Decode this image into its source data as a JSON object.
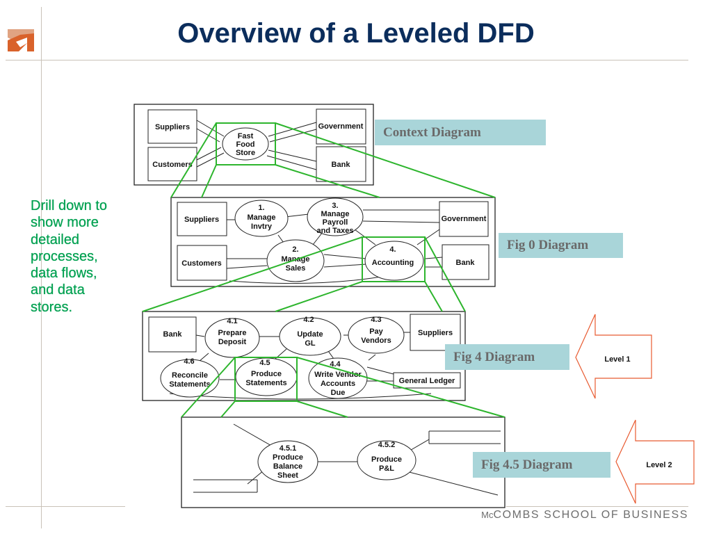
{
  "slide": {
    "title": "Overview of a Leveled DFD",
    "footer_prefix_small": "Mc",
    "footer_rest": "COMBS SCHOOL OF BUSINESS",
    "drill_text": [
      "Drill down to",
      "show more",
      "detailed",
      "processes,",
      "data flows,",
      "and data",
      "stores."
    ]
  },
  "labels": {
    "context": "Context Diagram",
    "fig0": "Fig 0 Diagram",
    "fig4": "Fig 4 Diagram",
    "fig45": "Fig 4.5 Diagram",
    "level1": "Level 1",
    "level2": "Level 2"
  },
  "context_diagram": {
    "entities": [
      "Suppliers",
      "Customers",
      "Government",
      "Bank"
    ],
    "process": [
      "Fast",
      "Food",
      "Store"
    ]
  },
  "fig0_diagram": {
    "entities": [
      "Suppliers",
      "Customers",
      "Government",
      "Bank"
    ],
    "p1": [
      "1.",
      "Manage",
      "Invtry"
    ],
    "p2": [
      "2.",
      "Manage",
      "Sales"
    ],
    "p3": [
      "3.",
      "Manage",
      "Payroll",
      "and Taxes"
    ],
    "p4": [
      "4.",
      "Accounting"
    ]
  },
  "fig4_diagram": {
    "entities": [
      "Bank",
      "Suppliers"
    ],
    "store": "General  Ledger",
    "p41": [
      "4.1",
      "Prepare",
      "Deposit"
    ],
    "p42": [
      "4.2",
      "Update",
      "GL"
    ],
    "p43": [
      "4.3",
      "Pay",
      "Vendors"
    ],
    "p44": [
      "4.4",
      "Write Vendor",
      "Accounts",
      "Due"
    ],
    "p45": [
      "4.5",
      "Produce",
      "Statements"
    ],
    "p46": [
      "4.6",
      "Reconcile",
      "Statements"
    ]
  },
  "fig45_diagram": {
    "p451": [
      "4.5.1",
      "Produce",
      "Balance",
      "Sheet"
    ],
    "p452": [
      "4.5.2",
      "Produce",
      "P&L"
    ]
  },
  "colors": {
    "title": "#0b2d5c",
    "drill_text": "#00a050",
    "label_bg": "#a9d5d9",
    "zoom_green": "#2db52d",
    "level_red": "#e02020",
    "logo_orange": "#d9622b"
  },
  "icons": {
    "logo": "mccombs-logo-icon",
    "level_arrows": "left-arrow-icon"
  }
}
